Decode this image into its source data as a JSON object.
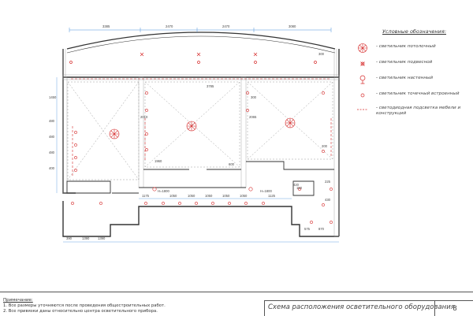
{
  "legend": {
    "title": "Условные обозначения:",
    "items": [
      {
        "symbol": "ceiling-lamp",
        "text": "- светильник потолочный"
      },
      {
        "symbol": "pendant-lamp",
        "text": "- светильник подвесной"
      },
      {
        "symbol": "wall-lamp",
        "text": "- светильник настенный"
      },
      {
        "symbol": "spot-lamp",
        "text": "- светильник точечный встроенный"
      },
      {
        "symbol": "led-strip",
        "text": "- светодиодная подсветка мебели и конструкций"
      }
    ]
  },
  "plan": {
    "top_dims": [
      "3385",
      "2470",
      "2470",
      "3080"
    ],
    "inner_dims": [
      "3785",
      "1960",
      "2010",
      "2065"
    ],
    "misc_dims": [
      "H=1800",
      "H=1800",
      "1175",
      "1050",
      "1050",
      "1050",
      "1050",
      "1050",
      "1125"
    ],
    "left_dims": [
      "1450",
      "480",
      "480",
      "480",
      "400"
    ],
    "bottom_dims": [
      "390",
      "1390",
      "1390",
      "575",
      "870"
    ],
    "side_dims": [
      "300",
      "300",
      "200",
      "150",
      "420",
      "430",
      "225",
      "600"
    ]
  },
  "notes": {
    "title": "Примечание:",
    "lines": [
      "1. Все размеры уточняются после проведения общестроительных работ.",
      "2. Все привязки даны относительно центра осветительного прибора."
    ]
  },
  "title_block": {
    "title": "Схема расположения осветительного оборудования",
    "sheet": "8"
  },
  "colors": {
    "line": "#333333",
    "accent": "#d62b2b",
    "dim": "#4a90d9"
  }
}
